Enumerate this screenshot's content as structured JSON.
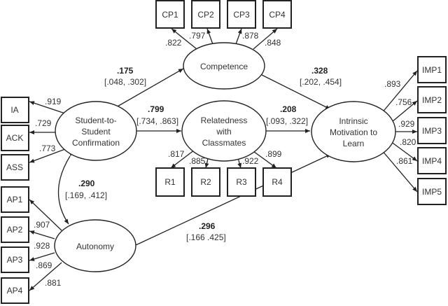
{
  "diagram": {
    "type": "structural-equation-model",
    "latent_variables": {
      "competence": {
        "lines": [
          "Competence"
        ]
      },
      "student_confirmation": {
        "lines": [
          "Student-to-",
          "Student",
          "Confirmation"
        ]
      },
      "relatedness": {
        "lines": [
          "Relatedness",
          "with",
          "Classmates"
        ]
      },
      "intrinsic_motivation": {
        "lines": [
          "Intrinsic",
          "Motivation to",
          "Learn"
        ]
      },
      "autonomy": {
        "lines": [
          "Autonomy"
        ]
      }
    },
    "indicators": {
      "competence": [
        {
          "label": "CP1",
          "loading": ".822"
        },
        {
          "label": "CP2",
          "loading": ".797"
        },
        {
          "label": "CP3",
          "loading": ".878"
        },
        {
          "label": "CP4",
          "loading": ".848"
        }
      ],
      "student_confirmation": [
        {
          "label": "IA",
          "loading": ".919"
        },
        {
          "label": "ACK",
          "loading": ".729"
        },
        {
          "label": "ASS",
          "loading": ".773"
        }
      ],
      "relatedness": [
        {
          "label": "R1",
          "loading": ".817"
        },
        {
          "label": "R2",
          "loading": ".885"
        },
        {
          "label": "R3",
          "loading": ".922"
        },
        {
          "label": "R4",
          "loading": ".899"
        }
      ],
      "autonomy": [
        {
          "label": "AP1",
          "loading": ".907"
        },
        {
          "label": "AP2",
          "loading": ".928"
        },
        {
          "label": "AP3",
          "loading": ".869"
        },
        {
          "label": "AP4",
          "loading": ".881"
        }
      ],
      "intrinsic_motivation": [
        {
          "label": "IMP1",
          "loading": ".893"
        },
        {
          "label": "IMP2",
          "loading": ".756"
        },
        {
          "label": "IMP3",
          "loading": ".929"
        },
        {
          "label": "IMP4",
          "loading": ".820"
        },
        {
          "label": "IMP5",
          "loading": ".861"
        }
      ]
    },
    "paths": {
      "confirmation_to_competence": {
        "coef": ".175",
        "ci": "[.048, .302]"
      },
      "confirmation_to_relatedness": {
        "coef": ".799",
        "ci": "[.734, .863]"
      },
      "competence_to_motivation": {
        "coef": ".328",
        "ci": "[.202, .454]"
      },
      "relatedness_to_motivation": {
        "coef": ".208",
        "ci": "[.093, .322]"
      },
      "autonomy_to_motivation": {
        "coef": ".296",
        "ci": "[.166 .425]"
      },
      "confirmation_autonomy_covariance": {
        "coef": ".290",
        "ci": "[.169, .412]"
      }
    }
  }
}
